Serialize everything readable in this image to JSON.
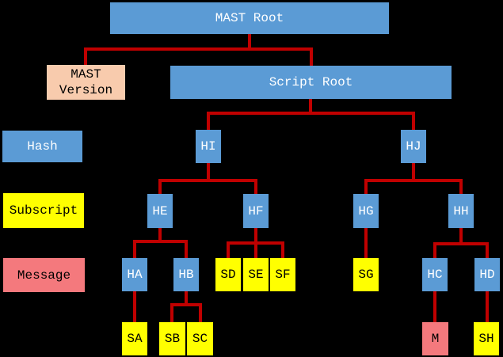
{
  "diagram": {
    "colors": {
      "background": "#000000",
      "hash": "#5b9bd5",
      "subscript": "#ffff00",
      "message": "#f4797d",
      "version": "#f8cbad",
      "connector": "#c00000"
    },
    "legend": {
      "hash": {
        "label": "Hash"
      },
      "subscript": {
        "label": "Subscript"
      },
      "message": {
        "label": "Message"
      }
    },
    "nodes": {
      "mast_root": {
        "label": "MAST Root",
        "kind": "hash"
      },
      "mast_version": {
        "label": "MAST Version",
        "kind": "version"
      },
      "script_root": {
        "label": "Script Root",
        "kind": "hash"
      },
      "hi": {
        "label": "HI",
        "kind": "hash"
      },
      "hj": {
        "label": "HJ",
        "kind": "hash"
      },
      "he": {
        "label": "HE",
        "kind": "hash"
      },
      "hf": {
        "label": "HF",
        "kind": "hash"
      },
      "hg": {
        "label": "HG",
        "kind": "hash"
      },
      "hh": {
        "label": "HH",
        "kind": "hash"
      },
      "ha": {
        "label": "HA",
        "kind": "hash"
      },
      "hb": {
        "label": "HB",
        "kind": "hash"
      },
      "sd": {
        "label": "SD",
        "kind": "subscript"
      },
      "se": {
        "label": "SE",
        "kind": "subscript"
      },
      "sf": {
        "label": "SF",
        "kind": "subscript"
      },
      "sg": {
        "label": "SG",
        "kind": "subscript"
      },
      "hc": {
        "label": "HC",
        "kind": "hash"
      },
      "hd": {
        "label": "HD",
        "kind": "hash"
      },
      "sa": {
        "label": "SA",
        "kind": "subscript"
      },
      "sb": {
        "label": "SB",
        "kind": "subscript"
      },
      "sc": {
        "label": "SC",
        "kind": "subscript"
      },
      "m": {
        "label": "M",
        "kind": "message"
      },
      "sh": {
        "label": "SH",
        "kind": "subscript"
      }
    },
    "tree": {
      "MAST Root": [
        "MAST Version",
        "Script Root"
      ],
      "Script Root": [
        "HI",
        "HJ"
      ],
      "HI": [
        "HE",
        "HF"
      ],
      "HJ": [
        "HG",
        "HH"
      ],
      "HE": [
        "HA",
        "HB"
      ],
      "HF": [
        "SD",
        "SE",
        "SF"
      ],
      "HG": [
        "SG"
      ],
      "HH": [
        "HC",
        "HD"
      ],
      "HA": [
        "SA"
      ],
      "HB": [
        "SB",
        "SC"
      ],
      "HC": [
        "M"
      ],
      "HD": [
        "SH"
      ]
    }
  }
}
